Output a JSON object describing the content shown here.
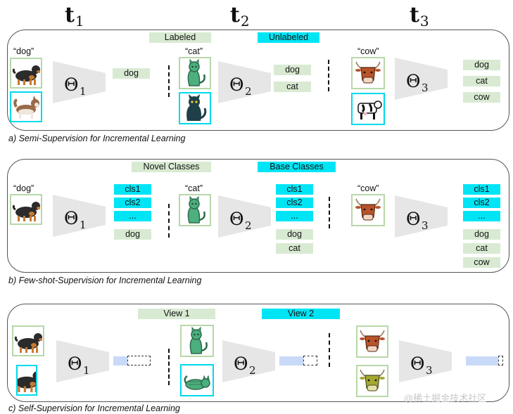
{
  "timesteps": [
    {
      "label": "t",
      "sub": "1"
    },
    {
      "label": "t",
      "sub": "2"
    },
    {
      "label": "t",
      "sub": "3"
    }
  ],
  "encoders": [
    {
      "sym": "Θ",
      "sub": "1"
    },
    {
      "sym": "Θ",
      "sub": "2"
    },
    {
      "sym": "Θ",
      "sub": "3"
    }
  ],
  "panel_a": {
    "caption": "a) Semi-Supervision for Incremental Learning",
    "legend_labeled": "Labeled",
    "legend_unlabeled": "Unlabeled",
    "quote_dog": "“dog”",
    "quote_cat": "“cat”",
    "quote_cow": "“cow”",
    "out1": [
      "dog"
    ],
    "out2": [
      "dog",
      "cat"
    ],
    "out3": [
      "dog",
      "cat",
      "cow"
    ]
  },
  "panel_b": {
    "caption": "b) Few-shot-Supervision for Incremental Learning",
    "legend_novel": "Novel Classes",
    "legend_base": "Base Classes",
    "quote_dog": "“dog”",
    "quote_cat": "“cat”",
    "quote_cow": "“cow”",
    "base": [
      "cls1",
      "cls2",
      "..."
    ],
    "novel1": [
      "dog"
    ],
    "novel2": [
      "dog",
      "cat"
    ],
    "novel3": [
      "dog",
      "cat",
      "cow"
    ]
  },
  "panel_c": {
    "caption": "c) Self-Supervision for Incremental Learning",
    "legend_view1": "View 1",
    "legend_view2": "View 2"
  },
  "watermark": "@稀土掘金技术社区",
  "colors": {
    "labeled": "#d9ead3",
    "unlabeled": "#00e5f5",
    "feature": "#c9daf8",
    "encoder": "#e6e6e6"
  },
  "icons": [
    "dog-icon",
    "husky-icon",
    "cat-icon",
    "black-cat-icon",
    "cow-icon",
    "dairy-cow-icon",
    "lying-cat-icon",
    "green-cow-icon"
  ]
}
